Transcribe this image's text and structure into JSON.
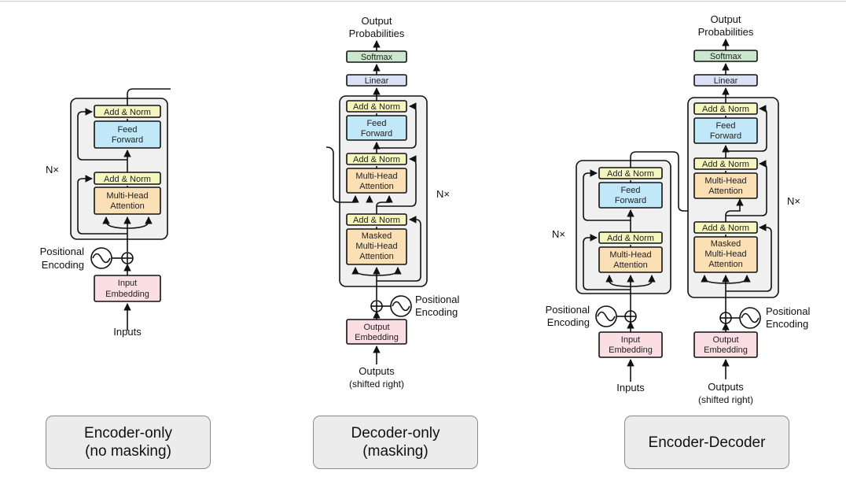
{
  "colors": {
    "add_norm": "#f4f5bf",
    "feed_forward": "#c1e8f8",
    "attention": "#fbdfb5",
    "embedding": "#fbdde4",
    "linear": "#dce0f5",
    "softmax": "#cbe8ce",
    "stack_bg": "#f0f0f0",
    "caption_bg": "#ececec"
  },
  "encoder_only": {
    "nx": "N×",
    "add_norm_top": "Add & Norm",
    "feed_forward": [
      "Feed",
      "Forward"
    ],
    "add_norm_bottom": "Add & Norm",
    "attention": [
      "Multi-Head",
      "Attention"
    ],
    "positional_encoding": [
      "Positional",
      "Encoding"
    ],
    "embedding": [
      "Input",
      "Embedding"
    ],
    "inputs": "Inputs",
    "caption": [
      "Encoder-only",
      "(no masking)"
    ]
  },
  "decoder_only": {
    "output_probabilities": [
      "Output",
      "Probabilities"
    ],
    "softmax": "Softmax",
    "linear": "Linear",
    "add_norm_1": "Add & Norm",
    "feed_forward": [
      "Feed",
      "Forward"
    ],
    "add_norm_2": "Add & Norm",
    "attention": [
      "Multi-Head",
      "Attention"
    ],
    "add_norm_3": "Add & Norm",
    "masked_attention": [
      "Masked",
      "Multi-Head",
      "Attention"
    ],
    "nx": "N×",
    "positional_encoding": [
      "Positional",
      "Encoding"
    ],
    "embedding": [
      "Output",
      "Embedding"
    ],
    "outputs": [
      "Outputs",
      "(shifted right)"
    ],
    "caption": [
      "Decoder-only",
      "(masking)"
    ]
  },
  "encoder_decoder": {
    "output_probabilities": [
      "Output",
      "Probabilities"
    ],
    "softmax": "Softmax",
    "linear": "Linear",
    "encoder": {
      "nx": "N×",
      "add_norm_top": "Add & Norm",
      "feed_forward": [
        "Feed",
        "Forward"
      ],
      "add_norm_bottom": "Add & Norm",
      "attention": [
        "Multi-Head",
        "Attention"
      ],
      "positional_encoding": [
        "Positional",
        "Encoding"
      ],
      "embedding": [
        "Input",
        "Embedding"
      ],
      "inputs": "Inputs"
    },
    "decoder": {
      "nx": "N×",
      "add_norm_1": "Add & Norm",
      "feed_forward": [
        "Feed",
        "Forward"
      ],
      "add_norm_2": "Add & Norm",
      "attention": [
        "Multi-Head",
        "Attention"
      ],
      "add_norm_3": "Add & Norm",
      "masked_attention": [
        "Masked",
        "Multi-Head",
        "Attention"
      ],
      "positional_encoding": [
        "Positional",
        "Encoding"
      ],
      "embedding": [
        "Output",
        "Embedding"
      ],
      "outputs": [
        "Outputs",
        "(shifted right)"
      ]
    },
    "caption": "Encoder-Decoder"
  }
}
